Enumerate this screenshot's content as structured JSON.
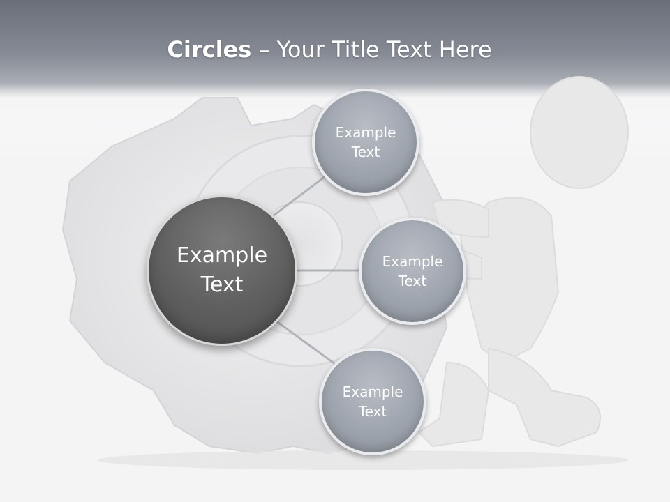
{
  "title": {
    "bold_part": "Circles",
    "rest_part": " – Your Title Text Here"
  },
  "center_circle": {
    "label": "Example Text"
  },
  "satellite_circles": [
    {
      "label": "Example Text"
    },
    {
      "label": "Example Text"
    },
    {
      "label": "Example Text"
    }
  ],
  "colors": {
    "header": "#7b808a",
    "center_circle": "#5e5e5e",
    "satellite_circle": "#9ea4ad",
    "connector": "#b0b4ba"
  }
}
